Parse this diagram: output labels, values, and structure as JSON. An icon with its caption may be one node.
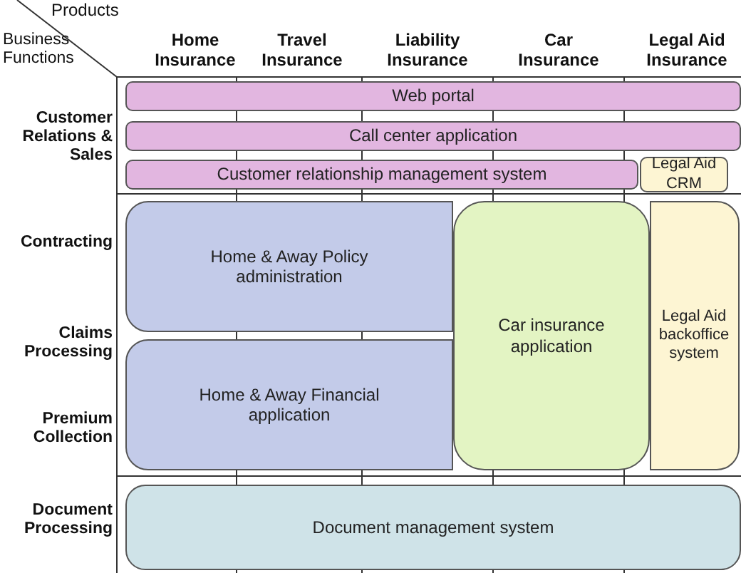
{
  "diagram": {
    "nodes": [
      {
        "text": [
          "Web portal"
        ]
      },
      {
        "text": [
          "Call center application"
        ]
      },
      {
        "text": [
          "Customer relationship management system"
        ]
      },
      {
        "text": [
          "Legal Aid CRM"
        ]
      },
      {
        "text": [
          "Home & Away Policy administration"
        ]
      },
      {
        "text": [
          "Legal Aid backoffice system"
        ]
      },
      {
        "text": [
          "Car insurance application"
        ]
      },
      {
        "text": [
          "Home & Away Financial application"
        ]
      },
      {
        "text": [
          "Document management system"
        ]
      }
    ],
    "labels": [
      "Products",
      "Business Functions",
      "Home Insurance",
      "Travel Insurance",
      "Liability Insurance",
      "Car Insurance",
      "Legal Aid Insurance",
      "Customer Relations & Sales",
      "Contracting",
      "Claims Processing",
      "Premium Collection",
      "Document Processing"
    ]
  }
}
